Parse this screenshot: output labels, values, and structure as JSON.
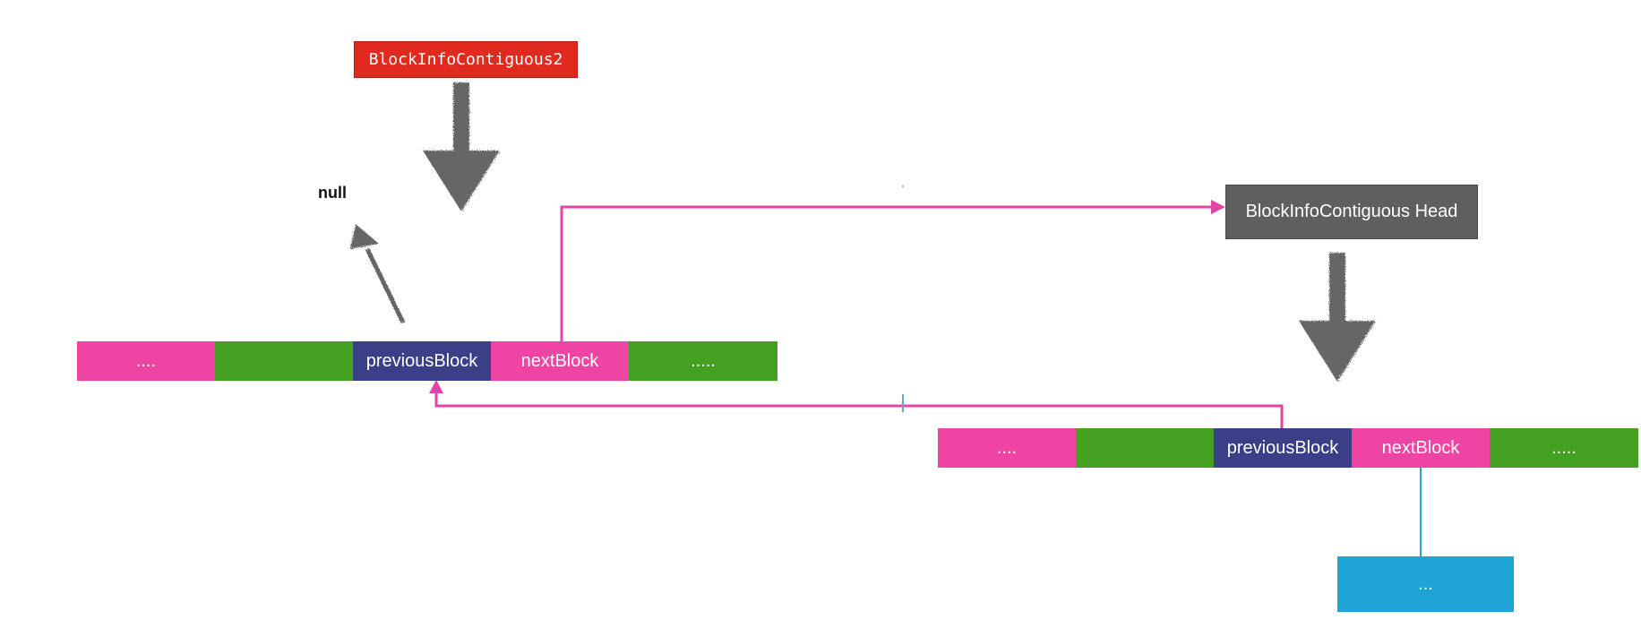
{
  "colors": {
    "pink": "#ee44a4",
    "green": "#43a021",
    "navy": "#3a3f88",
    "red": "#e02a1f",
    "gray_box": "#5f5f5f",
    "gray_arrow": "#666666",
    "cyan": "#1ea5d6",
    "link_line": "#e044a6",
    "cyan_line": "#29a5c8"
  },
  "labels": {
    "contiguous2": "BlockInfoContiguous2",
    "contiguous_head": "BlockInfoContiguous Head",
    "null": "null"
  },
  "block_list_1": {
    "segments": [
      {
        "label": "....",
        "color": "pink"
      },
      {
        "label": "",
        "color": "green"
      },
      {
        "label": "previousBlock",
        "color": "navy"
      },
      {
        "label": "nextBlock",
        "color": "pink"
      },
      {
        "label": ".....",
        "color": "green"
      }
    ]
  },
  "block_list_2": {
    "segments": [
      {
        "label": "....",
        "color": "pink"
      },
      {
        "label": "",
        "color": "green"
      },
      {
        "label": "previousBlock",
        "color": "navy"
      },
      {
        "label": "nextBlock",
        "color": "pink"
      },
      {
        "label": ".....",
        "color": "green"
      }
    ]
  },
  "child_box": {
    "label": "..."
  }
}
